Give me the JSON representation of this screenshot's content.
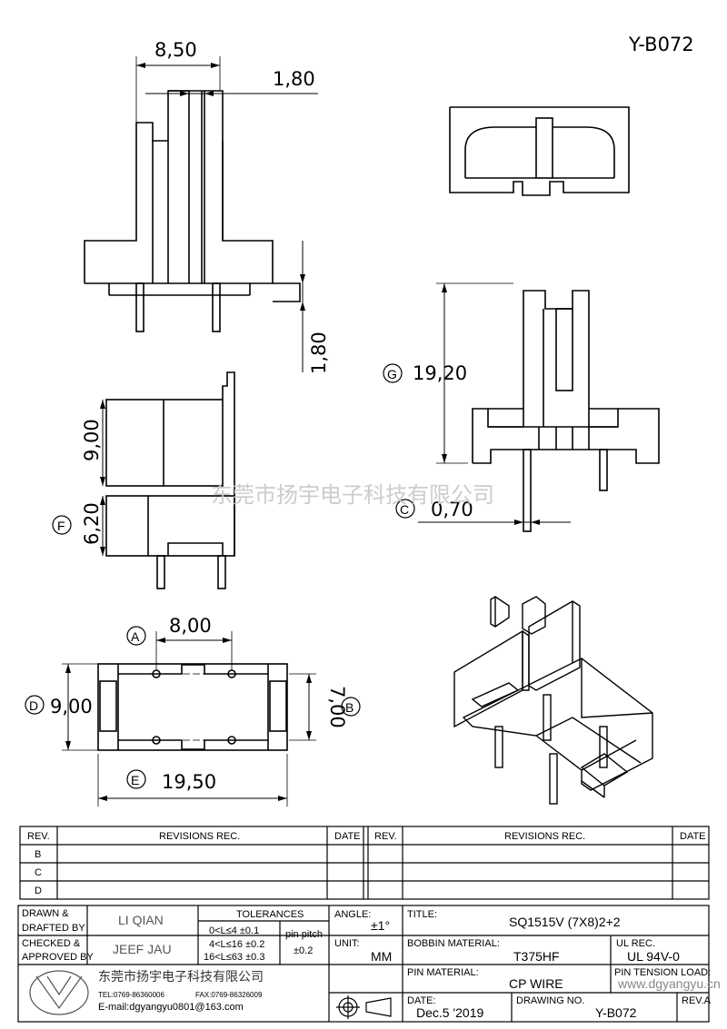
{
  "drawing": {
    "part_number_top": "Y-B072",
    "watermark": "东莞市扬宇电子科技有限公司",
    "dimensions": {
      "top_width": "8,50",
      "slot_width": "1,80",
      "pin_length": "1,80",
      "height_g": "19,20",
      "pin_dia_c": "0,70",
      "side_height": "9,00",
      "flange_f": "6,20",
      "pitch_a": "8,00",
      "width_d": "9,00",
      "pitch_b": "7,00",
      "length_e": "19,50"
    },
    "markers": {
      "a": "A",
      "b": "B",
      "c": "C",
      "d": "D",
      "e": "E",
      "f": "F",
      "g": "G"
    }
  },
  "revisions": {
    "headers": {
      "rev": "REV.",
      "rec": "REVISIONS   REC.",
      "date": "DATE"
    },
    "rows": [
      "B",
      "C",
      "D"
    ]
  },
  "title_block": {
    "drawn_label_1": "DRAWN &",
    "drawn_label_2": "DRAFTED BY",
    "drawn_by": "LI QIAN",
    "checked_label_1": "CHECKED &",
    "checked_label_2": "APPROVED BY",
    "checked_by": "JEEF JAU",
    "tolerances_label": "TOLERANCES",
    "tol_1": "0<L≤4    ±0.1",
    "tol_2": "4<L≤16  ±0.2",
    "tol_3": "16<L≤63  ±0.3",
    "pin_pitch_label": "pin pitch",
    "pin_pitch_value": "±0.2",
    "angle_label": "ANGLE:",
    "angle_value": "±1°",
    "unit_label": "UNIT:",
    "unit_value": "MM",
    "title_label": "TITLE:",
    "title_value": "SQ1515V (7X8)2+2",
    "bobbin_label": "BOBBIN MATERIAL:",
    "bobbin_value": "T375HF",
    "ul_label": "UL REC.",
    "ul_value": "UL 94V-0",
    "pin_material_label": "PIN MATERIAL:",
    "pin_material_value": "CP WIRE",
    "pin_tension_label": "PIN TENSION LOAD:",
    "date_label": "DATE:",
    "date_value": "Dec.5 '2019",
    "drawing_no_label": "DRAWING NO.",
    "drawing_no_value": "Y-B072",
    "rev_label": "REV.A",
    "company_cn": "东莞市扬宇电子科技有限公司",
    "company_tel": "TEL:0769-86360006",
    "company_fax": "FAX:0769-86326009",
    "company_email": "E-mail:dgyangyu0801@163.com",
    "website": "www.dgyangyu.cn"
  }
}
